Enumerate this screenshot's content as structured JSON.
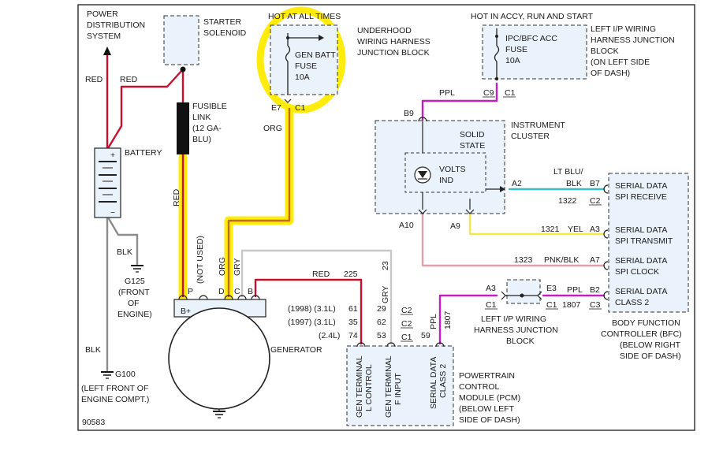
{
  "colors": {
    "red": "#c8102e",
    "org": "#c46a16",
    "purple": "#c21fbf",
    "cyan": "#36c0c4",
    "yellow_wire": "#f2e84a",
    "pink": "#e0a0ab",
    "gray": "#8c8c8c",
    "grey_light": "#c8c8c8",
    "black": "#111111",
    "highlight": "#ffeb00",
    "box_fill": "#eaf3fb"
  },
  "labels": {
    "power_dist": [
      "POWER",
      "DISTRIBUTION",
      "SYSTEM"
    ],
    "starter": [
      "STARTER",
      "SOLENOID"
    ],
    "hot_all_times": "HOT AT ALL TIMES",
    "gen_batt_fuse": [
      "GEN BATT",
      "FUSE",
      "10A"
    ],
    "underhood": [
      "UNDERHOOD",
      "WIRING HARNESS",
      "JUNCTION BLOCK"
    ],
    "hot_accy": "HOT IN ACCY, RUN AND START",
    "ipc_fuse": [
      "IPC/BFC ACC",
      "FUSE",
      "10A"
    ],
    "left_ip_junction_top": [
      "LEFT I/P WIRING",
      "HARNESS JUNCTION",
      "BLOCK",
      "(ON LEFT SIDE",
      "OF DASH)"
    ],
    "fusible_link": [
      "FUSIBLE",
      "LINK",
      "(12 GA-",
      "BLU)"
    ],
    "battery": "BATTERY",
    "solid_state": [
      "SOLID",
      "STATE"
    ],
    "instrument_cluster": [
      "INSTRUMENT",
      "CLUSTER"
    ],
    "volts_ind": [
      "VOLTS",
      "IND"
    ],
    "serial_receive": [
      "SERIAL DATA",
      "SPI RECEIVE"
    ],
    "serial_transmit": [
      "SERIAL DATA",
      "SPI TRANSMIT"
    ],
    "serial_clock": [
      "SERIAL DATA",
      "SPI CLOCK"
    ],
    "serial_class2": [
      "SERIAL DATA",
      "CLASS 2"
    ],
    "bfc": [
      "BODY FUNCTION",
      "CONTROLLER (BFC)",
      "(BELOW RIGHT",
      "SIDE OF DASH)"
    ],
    "left_ip_junction_bottom": [
      "LEFT I/P WIRING",
      "HARNESS JUNCTION",
      "BLOCK"
    ],
    "g125": [
      "G125",
      "(FRONT",
      "OF",
      "ENGINE)"
    ],
    "g100": [
      "G100",
      "(LEFT FRONT OF",
      "ENGINE COMPT.)"
    ],
    "generator": "GENERATOR",
    "pcm": [
      "POWERTRAIN",
      "CONTROL",
      "MODULE (PCM)",
      "(BELOW LEFT",
      "SIDE OF DASH)"
    ],
    "pcm_terms": [
      "GEN TERMINAL",
      "L CONTROL",
      "GEN TERMINAL",
      "F INPUT",
      "SERIAL DATA",
      "CLASS 2"
    ],
    "not_used": "(NOT USED)",
    "gen_pins": [
      "P",
      "D",
      "C",
      "B",
      "B+"
    ],
    "years": [
      "(1998) (3.1L)",
      "(1997) (3.1L)",
      "(2.4L)"
    ],
    "diagram_no": "90583"
  },
  "wires": {
    "red": "RED",
    "red2": "RED",
    "red_vert": "RED",
    "blk1": "BLK",
    "blk2": "BLK",
    "org1": "ORG",
    "org2": "ORG",
    "gry1": "GRY",
    "gry2": "GRY",
    "red_225": "RED",
    "num_225": "225",
    "num_23": "23",
    "ppl1": "PPL",
    "lt_blu": "LT BLU/",
    "blk_lt": "BLK",
    "num_1322": "1322",
    "num_1321": "1321",
    "yel": "YEL",
    "num_1323": "1323",
    "pnk_blk": "PNK/BLK",
    "ppl2": "PPL",
    "num_1807a": "1807",
    "ppl3": "PPL",
    "num_1807b": "1807"
  },
  "connectors": {
    "e7": "E7",
    "c1_fuse": "C1",
    "c9": "C9",
    "c1_ipc": "C1",
    "b9": "B9",
    "a2": "A2",
    "a10": "A10",
    "a9": "A9",
    "b7": "B7",
    "c2_b7": "C2",
    "a3_bfc": "A3",
    "a7": "A7",
    "b2": "B2",
    "c3": "C3",
    "a3_left": "A3",
    "c1_a3": "C1",
    "e3": "E3",
    "c1_e3": "C1",
    "pins_1": [
      "61",
      "35",
      "74"
    ],
    "pins_2": [
      "29",
      "62",
      "53"
    ],
    "cons": [
      "C2",
      "C2",
      "C1"
    ],
    "pin_59": "59"
  }
}
